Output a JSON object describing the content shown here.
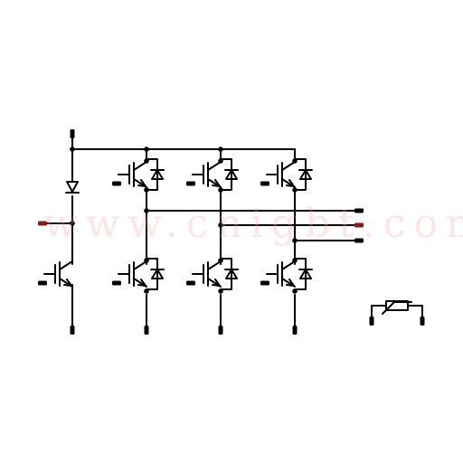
{
  "diagram": {
    "wire_color": "#000000",
    "terminal_color": "#000000",
    "accent_terminal_color": "#8b1a1a",
    "background": "#ffffff",
    "components": [
      {
        "kind": "terminal",
        "name": "dc-positive-terminal"
      },
      {
        "kind": "diode",
        "name": "brake-diode"
      },
      {
        "kind": "terminal",
        "name": "brake-terminal",
        "accent": true
      },
      {
        "kind": "igbt",
        "name": "brake-igbt"
      },
      {
        "kind": "igbt-with-diode",
        "name": "phase-u-high-switch"
      },
      {
        "kind": "igbt-with-diode",
        "name": "phase-v-high-switch"
      },
      {
        "kind": "igbt-with-diode",
        "name": "phase-w-high-switch"
      },
      {
        "kind": "igbt-with-diode",
        "name": "phase-u-low-switch"
      },
      {
        "kind": "igbt-with-diode",
        "name": "phase-v-low-switch"
      },
      {
        "kind": "igbt-with-diode",
        "name": "phase-w-low-switch"
      },
      {
        "kind": "terminal",
        "name": "output-u-terminal"
      },
      {
        "kind": "terminal",
        "name": "output-v-terminal",
        "accent": true
      },
      {
        "kind": "terminal",
        "name": "output-w-terminal"
      },
      {
        "kind": "thermistor",
        "name": "ntc-thermistor"
      }
    ]
  },
  "watermark": {
    "text": "www.cnigbt.com",
    "color": "#f4a6a6"
  }
}
